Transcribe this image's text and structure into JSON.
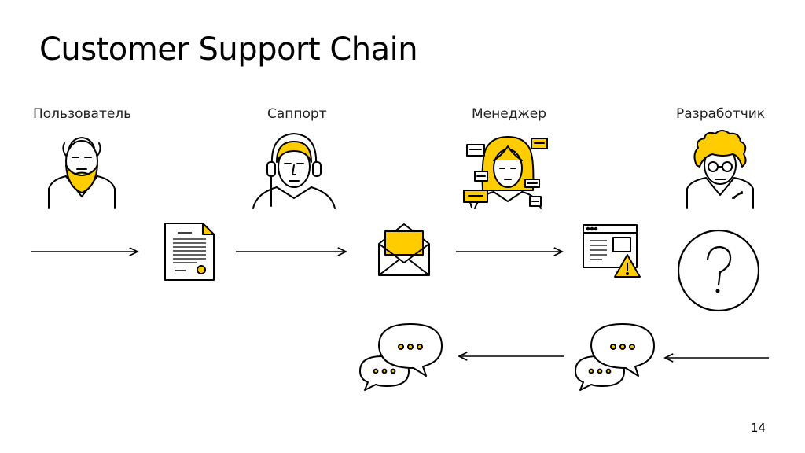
{
  "title": "Customer Support Chain",
  "roles": {
    "user": "Пользователь",
    "support": "Саппорт",
    "manager": "Менеджер",
    "developer": "Разработчик"
  },
  "page_number": "14",
  "colors": {
    "accent": "#FFCC00",
    "ink": "#000000",
    "background": "#FFFFFF"
  },
  "icons": [
    "user-avatar-icon",
    "support-avatar-icon",
    "manager-avatar-icon",
    "developer-avatar-icon",
    "document-icon",
    "envelope-icon",
    "browser-warning-icon",
    "question-icon",
    "chat-bubbles-icon"
  ]
}
